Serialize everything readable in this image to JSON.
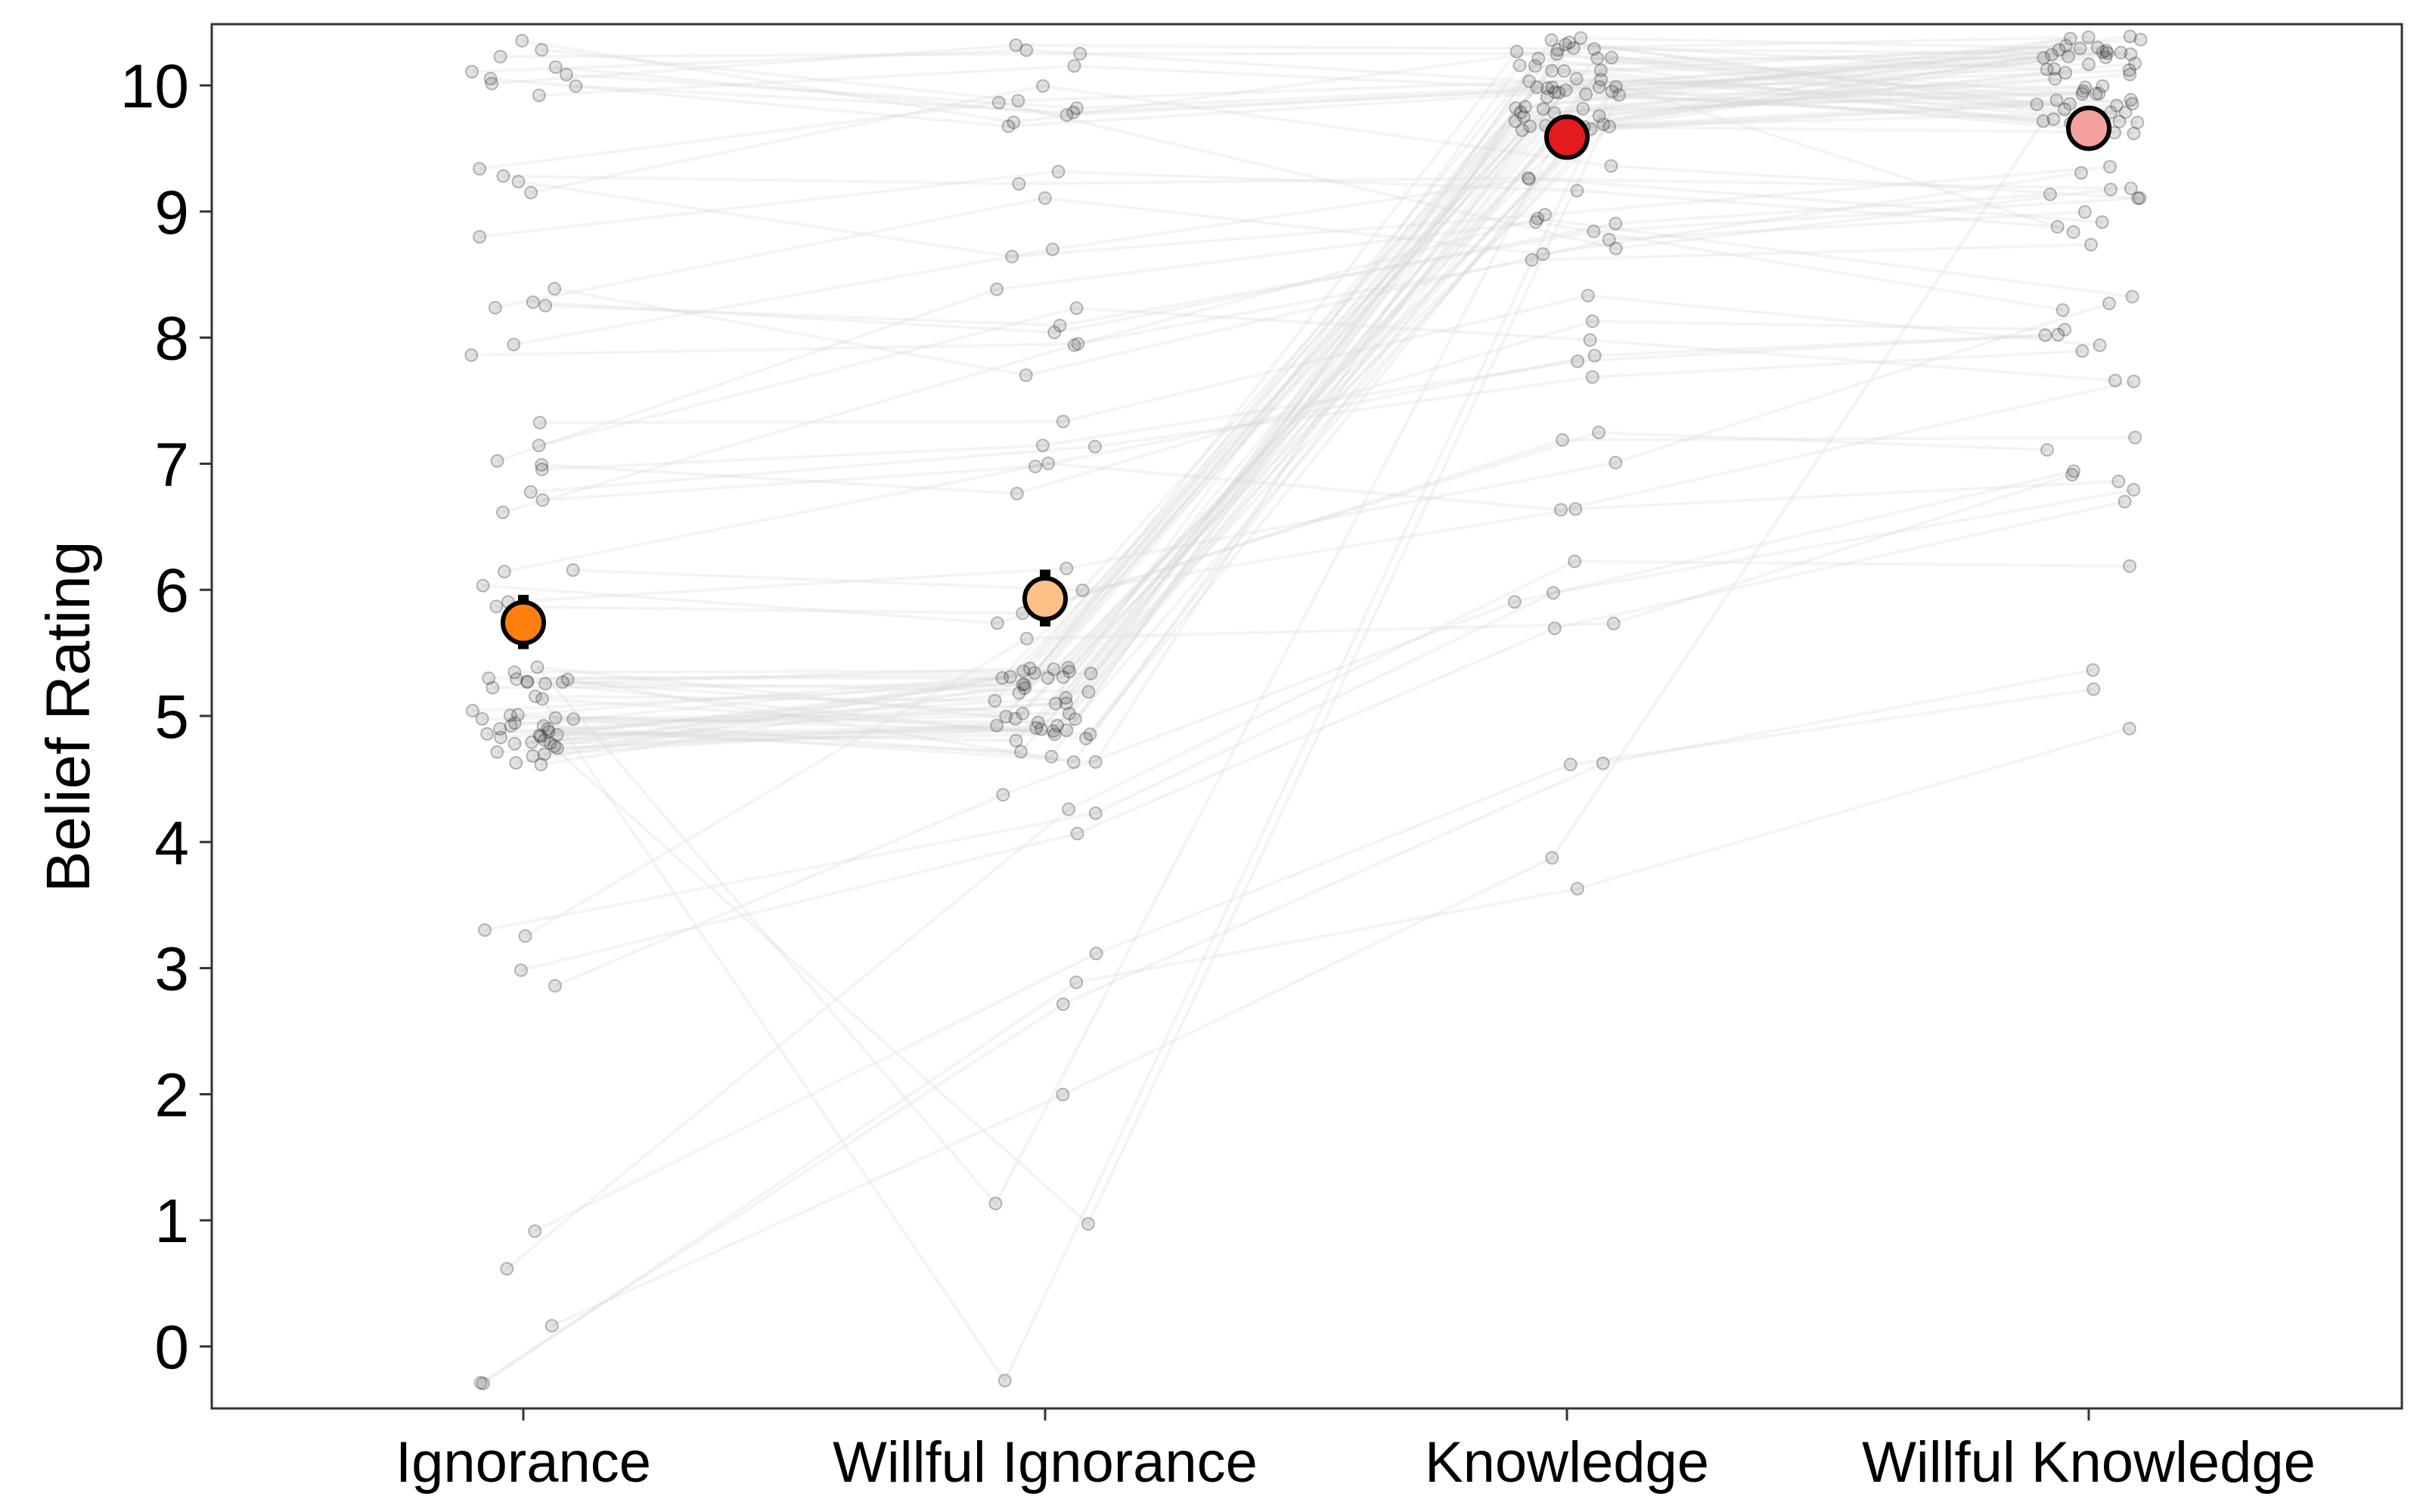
{
  "chart_data": {
    "type": "scatter",
    "title": "",
    "xlabel": "",
    "ylabel": "Belief Rating",
    "ylim": [
      -0.5,
      10.5
    ],
    "yticks": [
      0,
      1,
      2,
      3,
      4,
      5,
      6,
      7,
      8,
      9,
      10
    ],
    "yticks_text": [
      "0",
      "1",
      "2",
      "3",
      "4",
      "5",
      "6",
      "7",
      "8",
      "9",
      "10"
    ],
    "categories": [
      "Ignorance",
      "Willful Ignorance",
      "Knowledge",
      "Willful Knowledge"
    ],
    "grid": false,
    "legend": "none",
    "series": [
      {
        "kind": "mean_with_error",
        "values": [
          5.74,
          5.93,
          9.59,
          9.66
        ],
        "error_low": [
          5.53,
          5.71,
          9.52,
          9.59
        ],
        "error_high": [
          5.96,
          6.16,
          9.66,
          9.73
        ],
        "colors": [
          "#FF7F0E",
          "#FDC086",
          "#E41A1C",
          "#F4A09C"
        ]
      },
      {
        "kind": "individual_points",
        "description_values": "jittered per-participant ratings; dense clusters at 5 for Ignorance and Willful Ignorance and at 10 for Knowledge and Willful Knowledge",
        "points": {
          "Ignorance": [
            5,
            5,
            5,
            5,
            5,
            5,
            5,
            5,
            5,
            5,
            5,
            5,
            5,
            5,
            5,
            5,
            5,
            5,
            5,
            5,
            5,
            5,
            5,
            5,
            5,
            5,
            5,
            5,
            5,
            5,
            5,
            5,
            5,
            5,
            5,
            5,
            5,
            5,
            5,
            5,
            10,
            10,
            10,
            10,
            10,
            10,
            10,
            10,
            10,
            10,
            9,
            9,
            9,
            9,
            9,
            8,
            8,
            8,
            8,
            8,
            8,
            7,
            7,
            7,
            7,
            7,
            7,
            7,
            7,
            6,
            6,
            6,
            6,
            6,
            3,
            3,
            3,
            3,
            1,
            1,
            0,
            0,
            0
          ],
          "Willful Ignorance": [
            5,
            5,
            5,
            5,
            5,
            5,
            5,
            5,
            5,
            5,
            5,
            5,
            5,
            5,
            5,
            5,
            5,
            5,
            5,
            5,
            5,
            5,
            5,
            5,
            5,
            5,
            5,
            5,
            5,
            5,
            5,
            5,
            5,
            5,
            5,
            5,
            5,
            5,
            5,
            5,
            10,
            10,
            10,
            10,
            10,
            10,
            10,
            10,
            10,
            10,
            10,
            10,
            9,
            9,
            9,
            9,
            9,
            8,
            8,
            8,
            8,
            8,
            8,
            8,
            7,
            7,
            7,
            7,
            7,
            7,
            6,
            6,
            6,
            6,
            6,
            4,
            4,
            4,
            4,
            3,
            3,
            3,
            2,
            1,
            1,
            0
          ],
          "Knowledge": [
            10,
            10,
            10,
            10,
            10,
            10,
            10,
            10,
            10,
            10,
            10,
            10,
            10,
            10,
            10,
            10,
            10,
            10,
            10,
            10,
            10,
            10,
            10,
            10,
            10,
            10,
            10,
            10,
            10,
            10,
            10,
            10,
            10,
            10,
            10,
            10,
            10,
            10,
            10,
            10,
            10,
            10,
            10,
            10,
            10,
            10,
            10,
            10,
            10,
            10,
            9,
            9,
            9,
            9,
            9,
            9,
            9,
            9,
            9,
            9,
            9,
            9,
            9,
            8,
            8,
            8,
            8,
            8,
            8,
            7,
            7,
            7,
            7,
            7,
            6,
            6,
            6,
            6,
            6,
            5,
            5,
            4,
            4
          ],
          "Willful Knowledge": [
            10,
            10,
            10,
            10,
            10,
            10,
            10,
            10,
            10,
            10,
            10,
            10,
            10,
            10,
            10,
            10,
            10,
            10,
            10,
            10,
            10,
            10,
            10,
            10,
            10,
            10,
            10,
            10,
            10,
            10,
            10,
            10,
            10,
            10,
            10,
            10,
            10,
            10,
            10,
            10,
            10,
            10,
            10,
            10,
            10,
            10,
            10,
            10,
            10,
            9,
            9,
            9,
            9,
            9,
            9,
            9,
            9,
            9,
            9,
            9,
            9,
            8,
            8,
            8,
            8,
            8,
            8,
            8,
            8,
            8,
            8,
            7,
            7,
            7,
            7,
            7,
            7,
            7,
            6,
            5,
            5,
            5
          ]
        },
        "color": "#333333"
      }
    ],
    "line_colors": {
      "participant_lines": "#d6d6d6",
      "axes": "#333333"
    }
  }
}
